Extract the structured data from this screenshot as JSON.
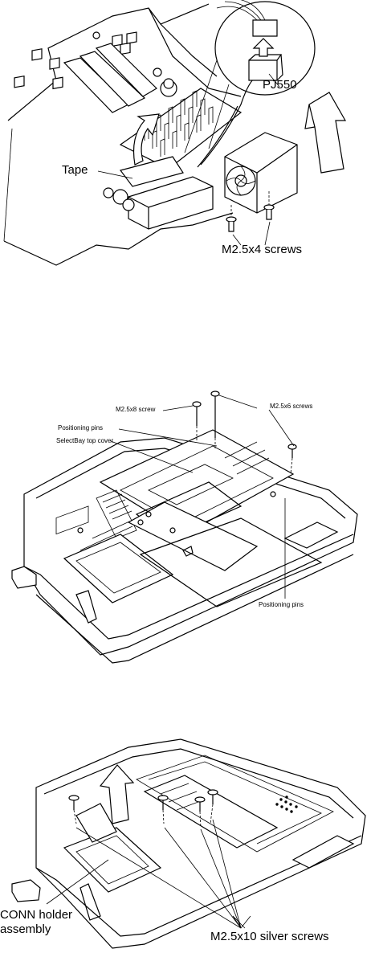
{
  "figure1": {
    "labels": {
      "connector": "PJ550",
      "tape": "Tape",
      "screws": "M2.5x4 screws"
    },
    "icons": [
      "lift-arrow-icon",
      "curved-arrow-icon",
      "connector-arrow-icon"
    ]
  },
  "figure2": {
    "labels": {
      "screw_m8": "M2.5x8 screw",
      "screws_m6": "M2.5x6 screws",
      "pins_top": "Positioning pins",
      "cover": "SelectBay top cover",
      "pins_bottom": "Positioning pins"
    }
  },
  "figure3": {
    "labels": {
      "holder_line1": "CONN holder",
      "holder_line2": "assembly",
      "screws": "M2.5x10 silver screws"
    },
    "icons": [
      "lift-arrow-icon"
    ]
  }
}
